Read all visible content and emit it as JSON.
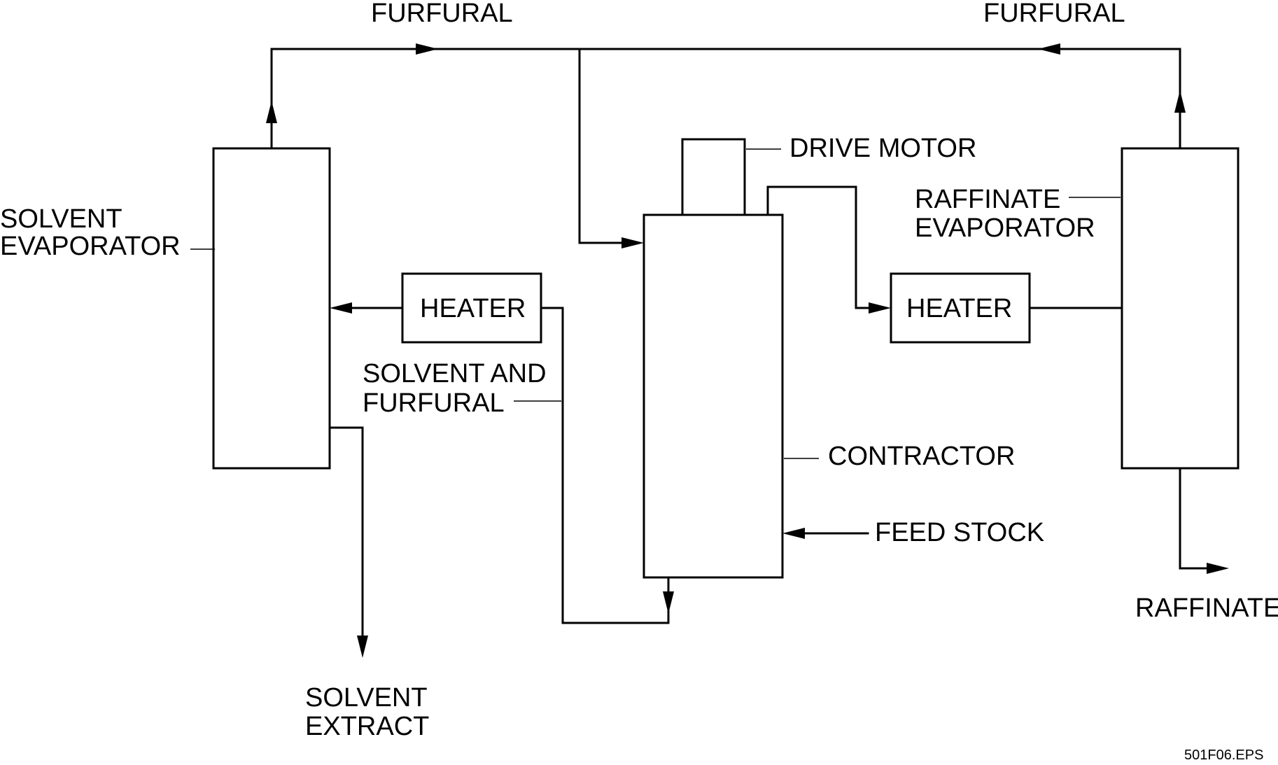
{
  "labels": {
    "furfural_left": "FURFURAL",
    "furfural_right": "FURFURAL",
    "drive_motor": "DRIVE MOTOR",
    "solvent_evaporator_line1": "SOLVENT",
    "solvent_evaporator_line2": "EVAPORATOR",
    "raffinate_evaporator_line1": "RAFFINATE",
    "raffinate_evaporator_line2": "EVAPORATOR",
    "heater_left": "HEATER",
    "heater_right": "HEATER",
    "solvent_and_furfural_line1": "SOLVENT AND",
    "solvent_and_furfural_line2": "FURFURAL",
    "contractor": "CONTRACTOR",
    "feed_stock": "FEED STOCK",
    "raffinate": "RAFFINATE",
    "solvent_extract_line1": "SOLVENT",
    "solvent_extract_line2": "EXTRACT",
    "file_name": "501F06.EPS"
  }
}
